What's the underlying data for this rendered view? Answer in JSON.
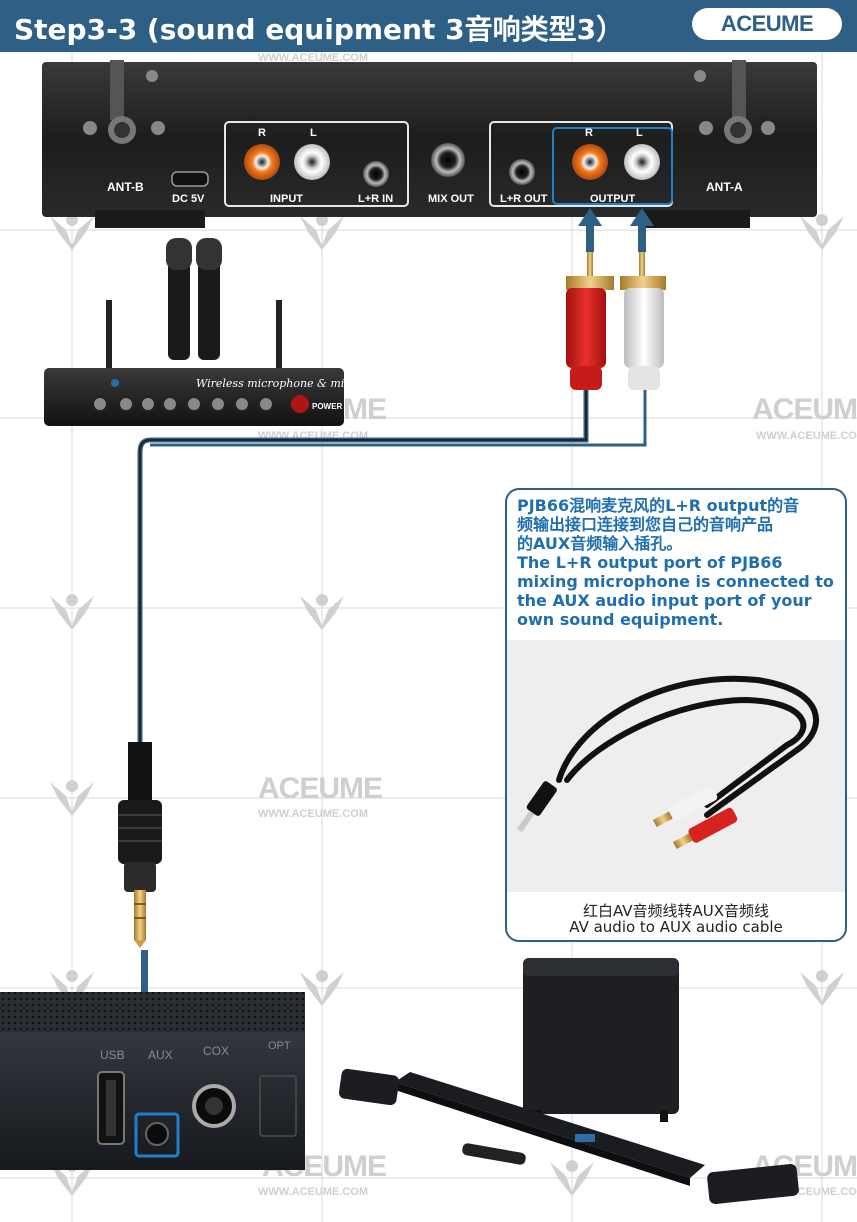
{
  "header": {
    "title": "Step3-3 (sound equipment 3音响类型3）",
    "logo": "ACEUME"
  },
  "watermark": {
    "brand": "ACEUME",
    "url": "WWW.ACEUME.COM"
  },
  "receiver_panel": {
    "ant_b": "ANT-B",
    "ant_a": "ANT-A",
    "dc": "DC 5V",
    "input_r": "R",
    "input_l": "L",
    "input": "INPUT",
    "lr_in": "L+R IN",
    "mix_out": "MIX OUT",
    "lr_out": "L+R OUT",
    "output_r": "R",
    "output_l": "L",
    "output": "OUTPUT"
  },
  "mixer": {
    "name": "Wireless microphone & mixer",
    "power": "POWER"
  },
  "callout": {
    "line1": "PJB66混响麦克风的L+R output的音",
    "line2": "频输出接口连接到您自己的音响产品",
    "line3": "的AUX音频输入插孔。",
    "line4": "The L+R output port of PJB66",
    "line5": "mixing microphone is connected to",
    "line6": "the AUX audio input port of your",
    "line7": "own sound equipment.",
    "caption_cn": "红白AV音频线转AUX音频线",
    "caption_en": "AV audio to AUX audio cable"
  },
  "soundbar_panel": {
    "usb": "USB",
    "aux": "AUX",
    "cox": "COX",
    "opt": "OPT"
  },
  "colors": {
    "header_bg": "#2e5f85",
    "cable_blue": "#2e5f85",
    "callout_text": "#1f6fb0",
    "rca_red": "#d0201e",
    "rca_white": "#f2f2f2"
  }
}
